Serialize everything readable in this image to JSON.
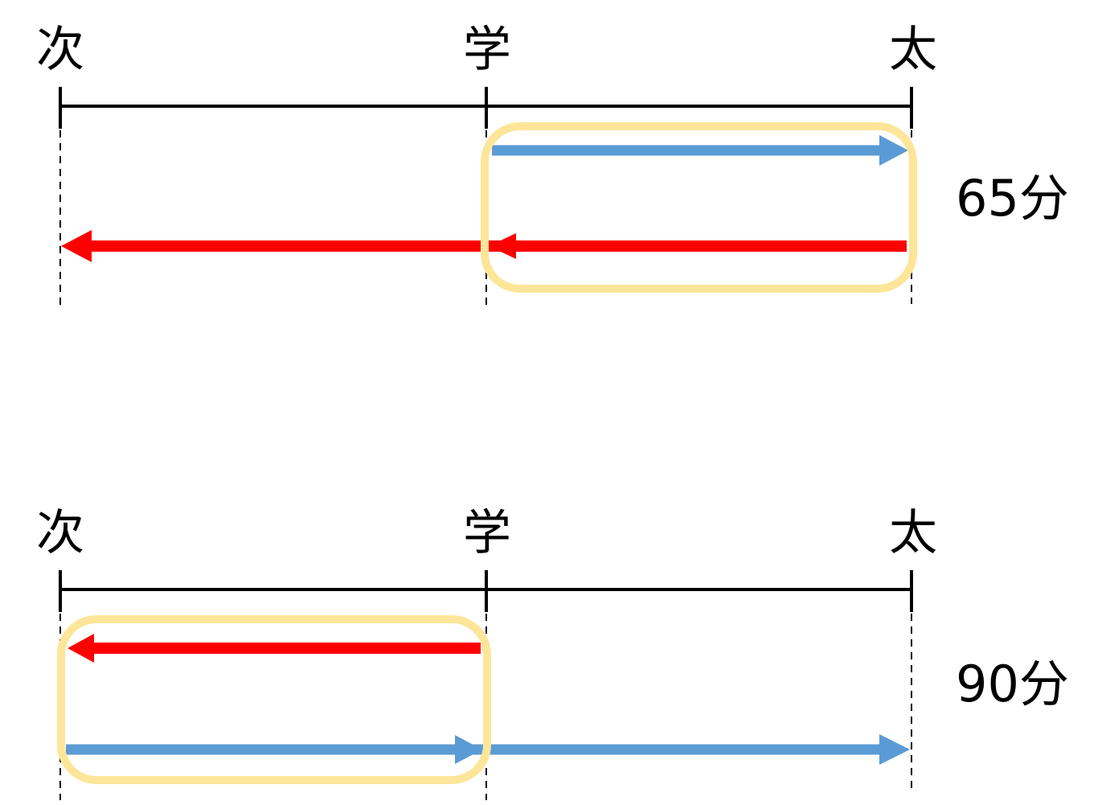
{
  "colors": {
    "line": "#000000",
    "forward_arrow": "#5b9bd5",
    "backward_arrow": "#ff0000",
    "highlight_box": "#fde699"
  },
  "diagrams": [
    {
      "points": [
        "次",
        "学",
        "太"
      ],
      "time_label": "65分"
    },
    {
      "points": [
        "次",
        "学",
        "太"
      ],
      "time_label": "90分"
    }
  ]
}
